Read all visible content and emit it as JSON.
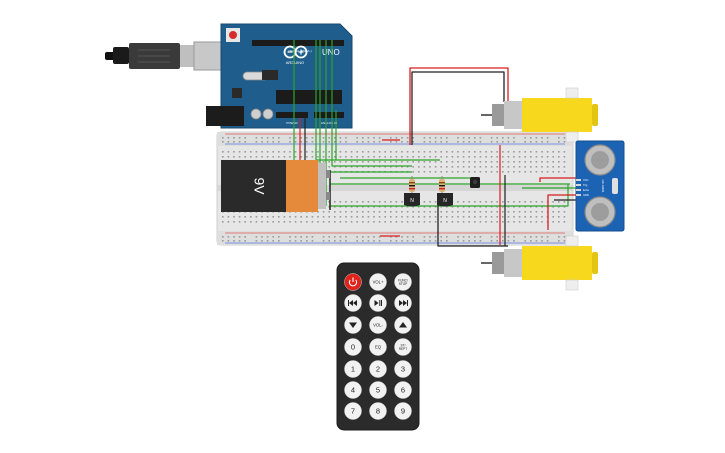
{
  "arduino": {
    "brand": "ARDUINO",
    "model": "UNO",
    "label_digital": "DIGITAL (PWM~)",
    "label_power": "POWER",
    "label_analog": "ANALOG IN"
  },
  "battery": {
    "label": "9V"
  },
  "transistors": [
    {
      "label": "N"
    },
    {
      "label": "N"
    }
  ],
  "ultrasonic": {
    "model": "HC-SR04",
    "pins": [
      "VCC",
      "Trig",
      "Echo",
      "GND"
    ]
  },
  "remote": {
    "buttons": [
      {
        "id": "power",
        "label": "",
        "icon": "power-icon"
      },
      {
        "id": "vol-up",
        "label": "VOL+"
      },
      {
        "id": "func-stop",
        "label": "FUNC/STOP"
      },
      {
        "id": "prev",
        "label": "",
        "icon": "rewind-icon"
      },
      {
        "id": "play-pause",
        "label": "",
        "icon": "play-pause-icon"
      },
      {
        "id": "next",
        "label": "",
        "icon": "fast-forward-icon"
      },
      {
        "id": "down",
        "label": "",
        "icon": "down-arrow-icon"
      },
      {
        "id": "vol-down",
        "label": "VOL-"
      },
      {
        "id": "up",
        "label": "",
        "icon": "up-arrow-icon"
      },
      {
        "id": "num-0",
        "label": "0"
      },
      {
        "id": "eq",
        "label": "EQ"
      },
      {
        "id": "st-rept",
        "label": "ST/REPT"
      },
      {
        "id": "num-1",
        "label": "1"
      },
      {
        "id": "num-2",
        "label": "2"
      },
      {
        "id": "num-3",
        "label": "3"
      },
      {
        "id": "num-4",
        "label": "4"
      },
      {
        "id": "num-5",
        "label": "5"
      },
      {
        "id": "num-6",
        "label": "6"
      },
      {
        "id": "num-7",
        "label": "7"
      },
      {
        "id": "num-8",
        "label": "8"
      },
      {
        "id": "num-9",
        "label": "9"
      }
    ]
  },
  "colors": {
    "arduino_board": "#1f5d8c",
    "breadboard": "#e6e6e6",
    "wire_red": "#d61f1f",
    "wire_black": "#222222",
    "wire_green": "#2aa52a",
    "motor_yellow": "#f7d81c",
    "remote_body": "#2b2b2b",
    "power_button": "#e0241b",
    "sensor_blue": "#1d63b4"
  }
}
